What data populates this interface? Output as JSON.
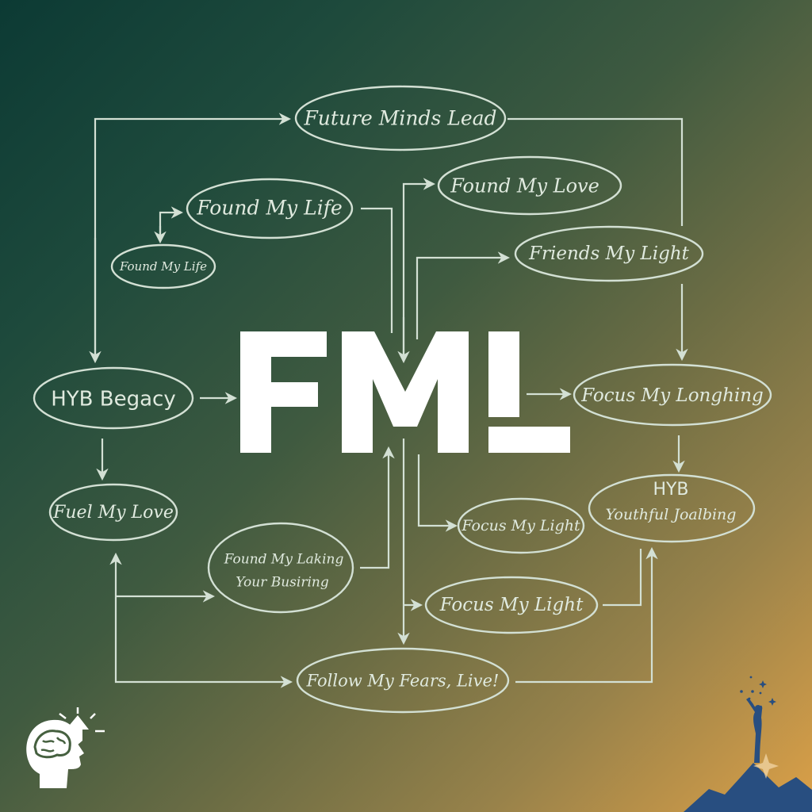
{
  "title": "FML",
  "colors": {
    "bg_top_left": "#0c3a34",
    "bg_bottom_right": "#dba048",
    "line": "#d3e0d4",
    "text": "#e0eadf",
    "title": "#ffffff",
    "mountain": "#284e80"
  },
  "nodes": {
    "future_minds_lead": "Future Minds Lead",
    "found_my_life": "Found My Life",
    "found_my_life_small": "Found My Life",
    "found_my_love": "Found My Love",
    "friends_my_light": "Friends My Light",
    "hyb_begacy": "HYB Begacy",
    "focus_my_longhing": "Focus My Longhing",
    "fuel_my_love": "Fuel My Love",
    "found_my_laking_line1": "Found My Laking",
    "found_my_laking_line2": "Your Busiring",
    "focus_my_light_upper": "Focus My Light",
    "hyb_youthful_line1": "HYB",
    "hyb_youthful_line2": "Youthful Joalbing",
    "focus_my_light_lower": "Focus My Light",
    "follow_my_fears": "Follow My Fears, Live!"
  },
  "icons": {
    "bottom_left": "brain-growth-icon",
    "bottom_right": "person-on-mountain-icon"
  }
}
